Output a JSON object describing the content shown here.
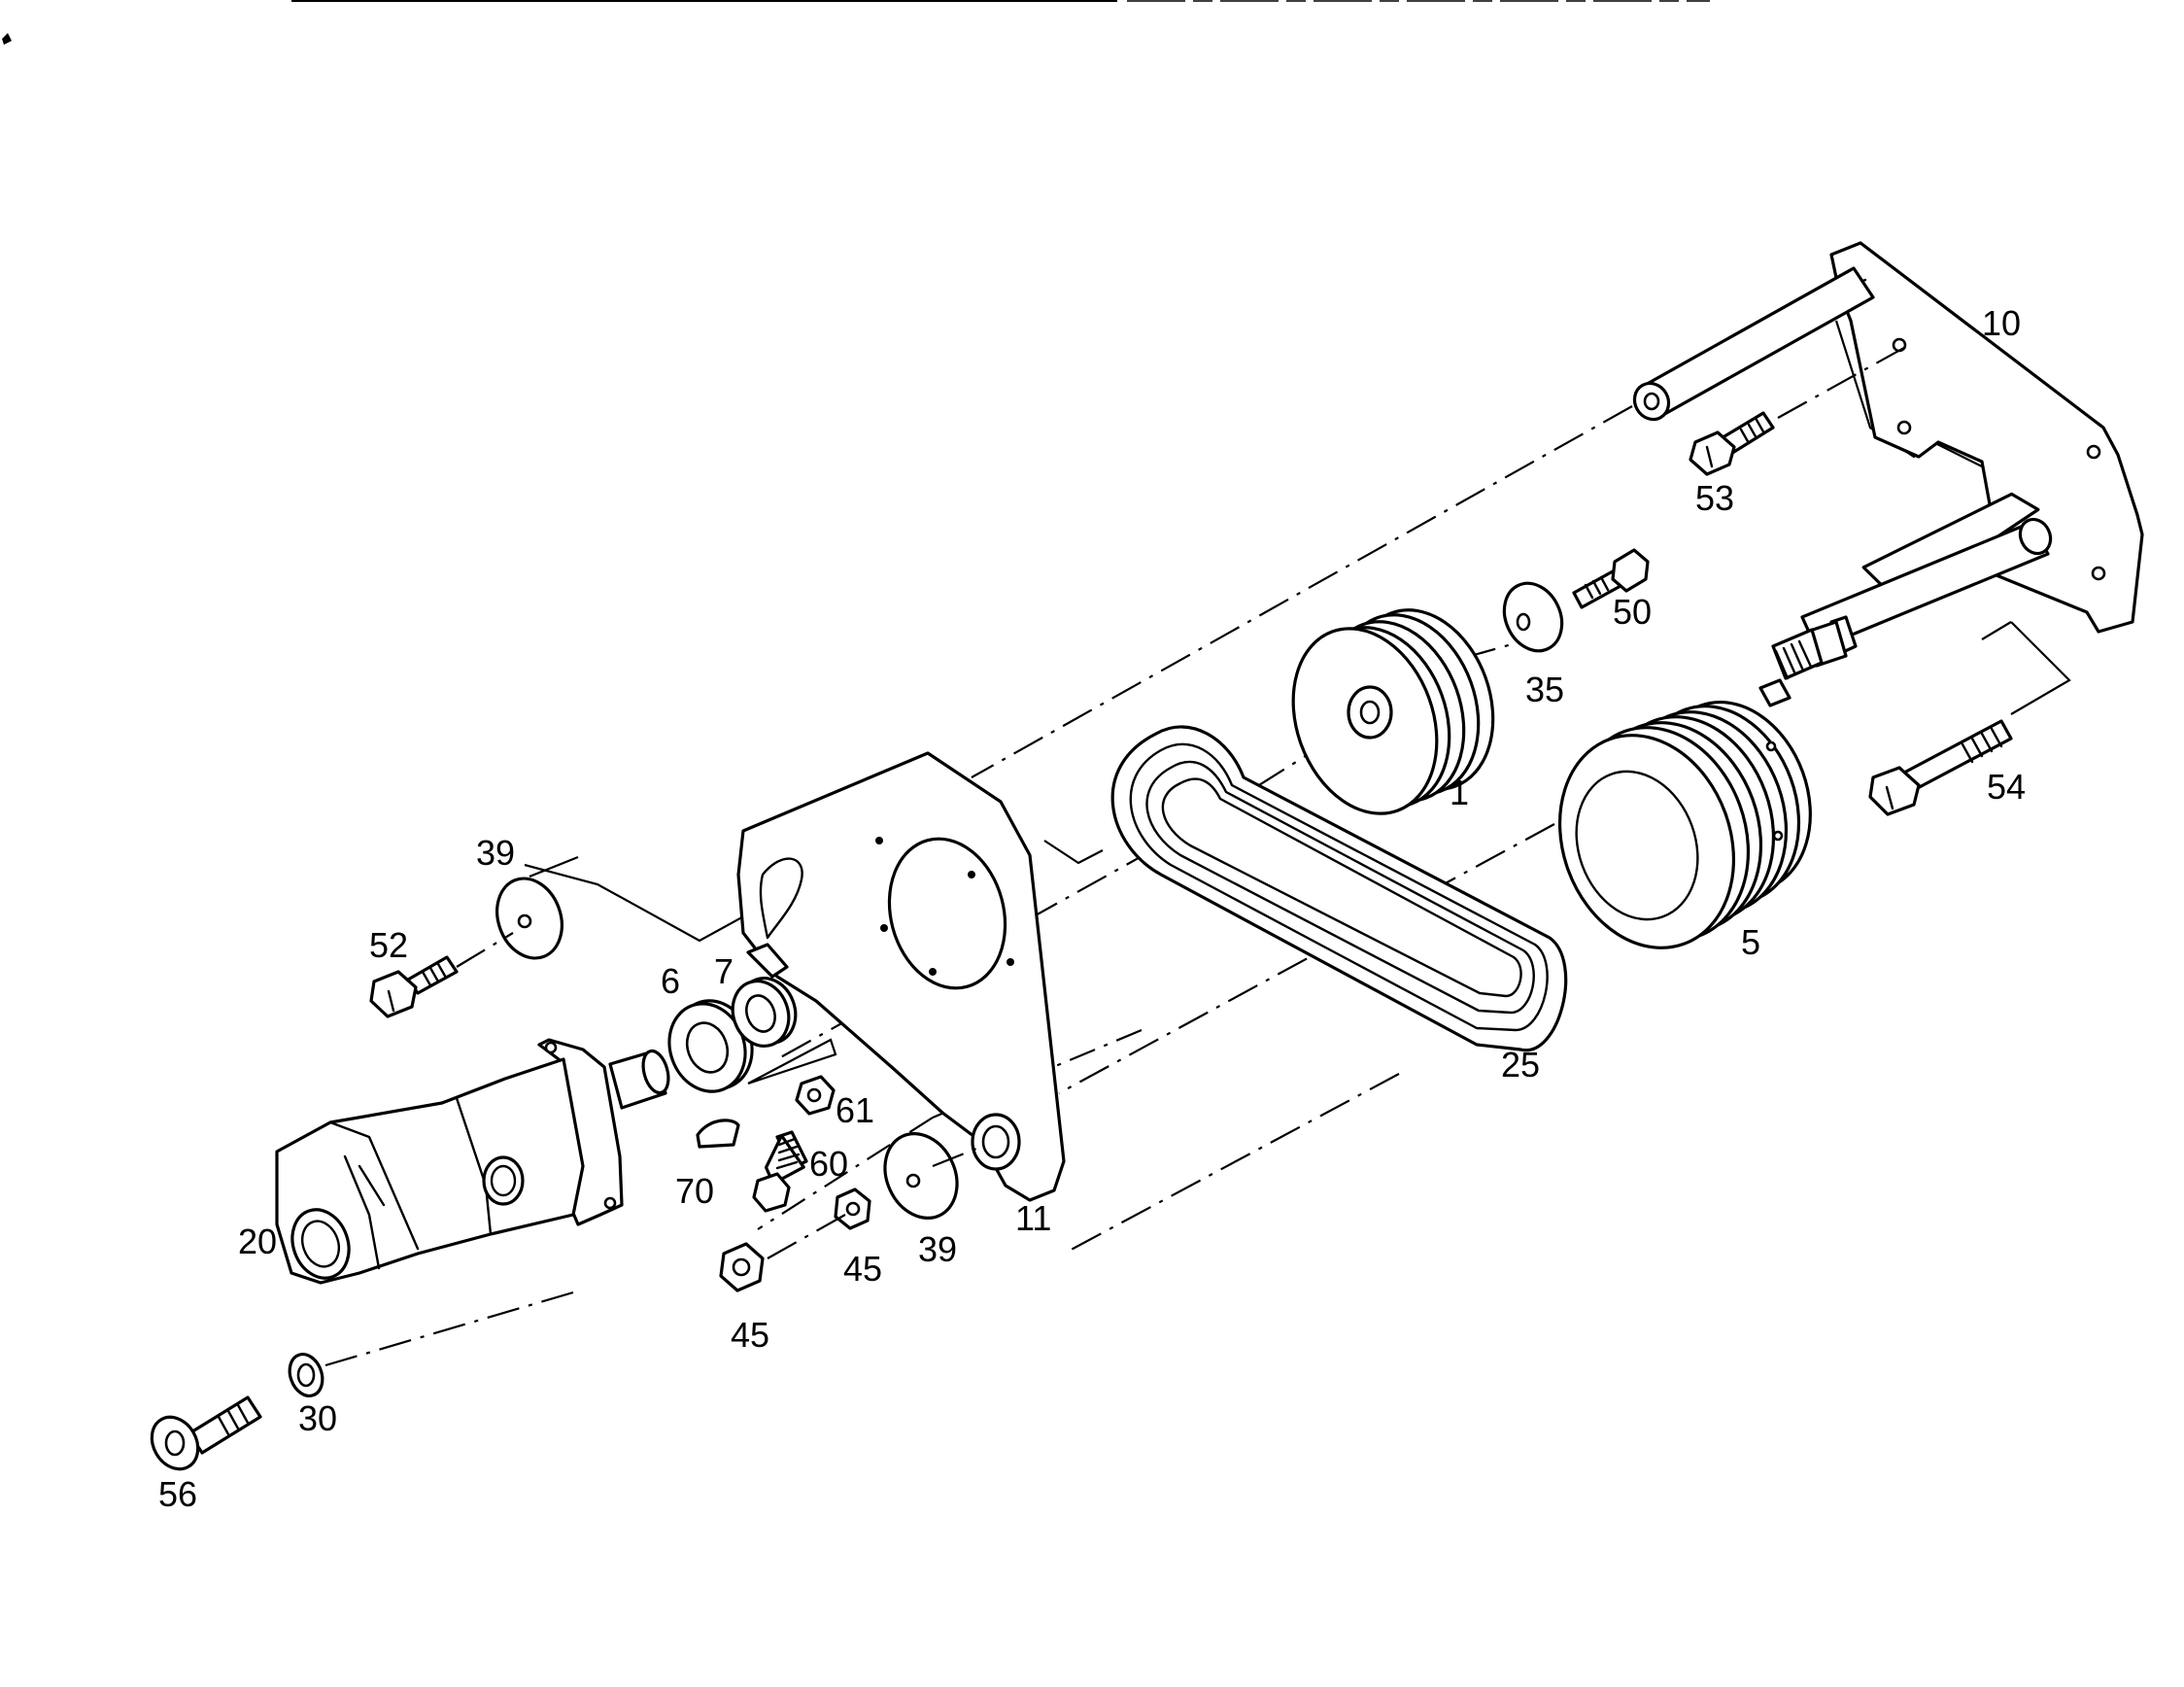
{
  "callouts": {
    "p1": "1",
    "p5": "5",
    "p6": "6",
    "p7": "7",
    "p10": "10",
    "p11": "11",
    "p20": "20",
    "p25": "25",
    "p30": "30",
    "p35": "35",
    "p39a": "39",
    "p39b": "39",
    "p45a": "45",
    "p45b": "45",
    "p50": "50",
    "p52": "52",
    "p53": "53",
    "p54": "54",
    "p56": "56",
    "p60": "60",
    "p61": "61",
    "p70": "70"
  }
}
